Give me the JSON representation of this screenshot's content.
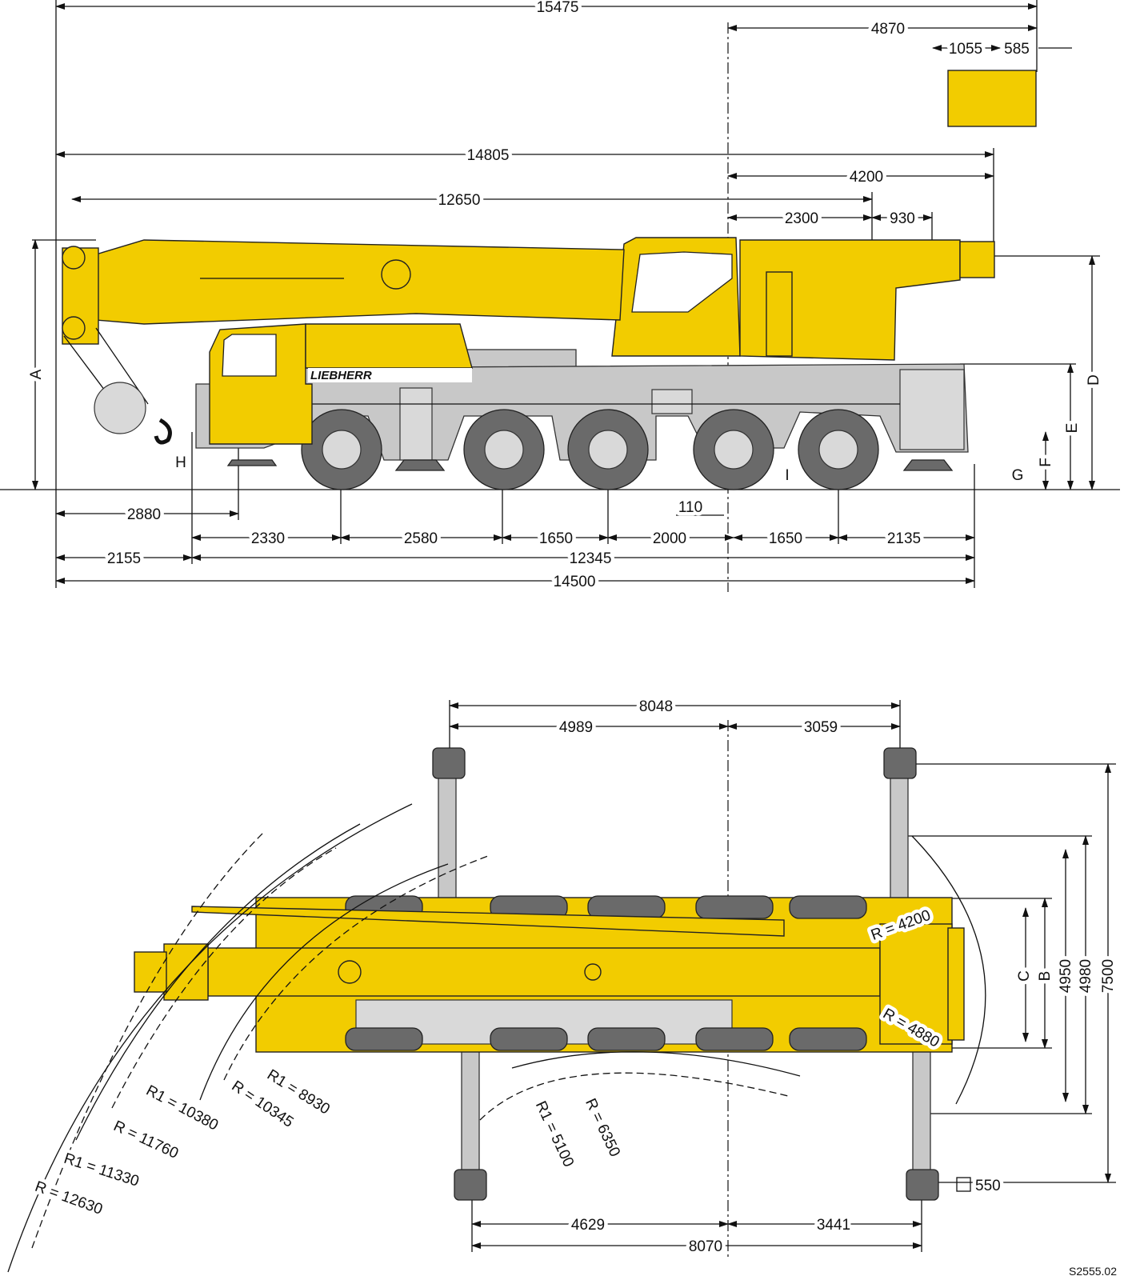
{
  "side_view": {
    "overall_length_boom_hook": "15475",
    "center_to_rear_counterweight": "4870",
    "counterweight_width_1": "1055",
    "counterweight_width_2": "585",
    "overall_length_boom": "14805",
    "center_to_rear": "4200",
    "boom_length": "12650",
    "center_to_pivot": "2300",
    "pivot_to_rear": "930",
    "front_to_front_axle_center": "2880",
    "center_offset": "110",
    "axle_spacings": [
      "2330",
      "2580",
      "1650",
      "2000",
      "1650",
      "2135"
    ],
    "front_overhang": "2155",
    "carrier_length": "12345",
    "overall_carrier_length": "14500",
    "letters": {
      "A": "A",
      "D": "D",
      "E": "E",
      "F": "F",
      "G": "G",
      "H": "H",
      "I": "I"
    },
    "brand_logo": "LIEBHERR"
  },
  "plan_view": {
    "front_outrigger_span": "8048",
    "front_outrigger_to_center": "4989",
    "rear_outrigger_to_center_top": "3059",
    "rear_front_to_center_bottom": "4629",
    "rear_outrigger_to_center_bottom": "3441",
    "outrigger_span_bottom": "8070",
    "widths": {
      "C": "C",
      "B": "B",
      "w4950": "4950",
      "w4980": "4980",
      "w7500": "7500"
    },
    "pad_size": "550",
    "radii": {
      "r4200": "R = 4200",
      "r4880": "R = 4880",
      "r1_8930": "R1 = 8930",
      "r_10345": "R = 10345",
      "r1_10380": "R1 =  10380",
      "r_11760": "R = 11760",
      "r1_11330": "R1 = 11330",
      "r_12630": "R = 12630",
      "r1_5100": "R1 = 5100",
      "r_6350": "R = 6350"
    }
  },
  "drawing_number": "S2555.02",
  "colors": {
    "crane_yellow": "#f2cc00",
    "carrier_grey": "#c8c8c8",
    "tyre_grey": "#6a6a6a"
  }
}
